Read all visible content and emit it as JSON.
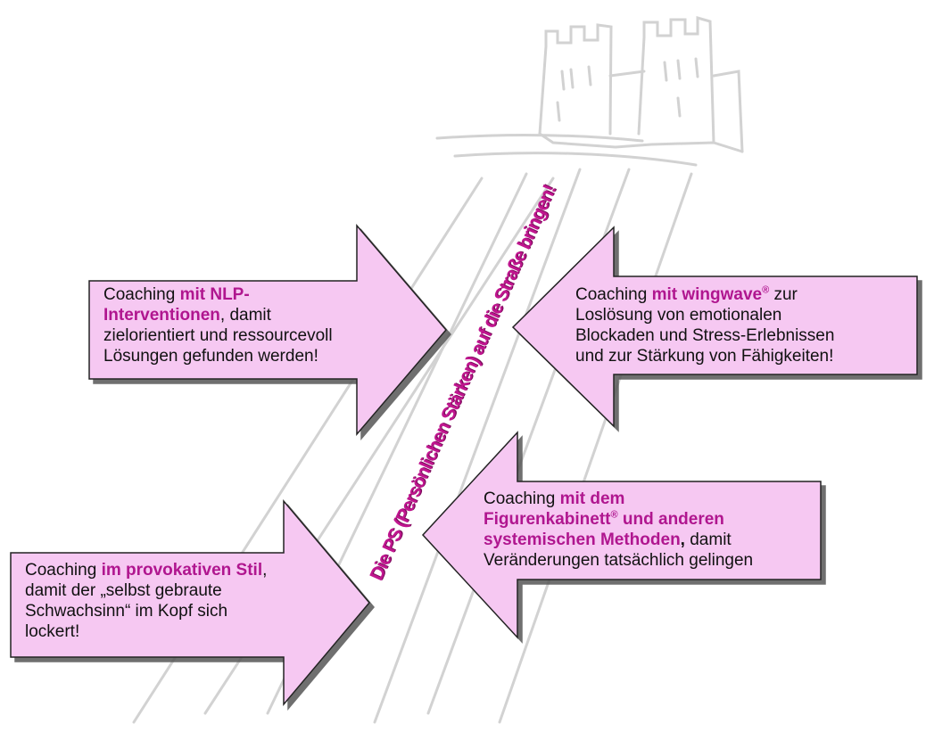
{
  "colors": {
    "arrow_fill": "#f6c8f2",
    "arrow_stroke": "#222222",
    "highlight": "#b0168f",
    "sketch": "#d4d4d4"
  },
  "background_image": "castle-and-road-sketch",
  "slogan": "Die PS (Persönlichen Stärken) auf die Straße bringen!",
  "arrows": [
    {
      "id": "nlp",
      "direction": "right",
      "parts": [
        "Coaching ",
        "mit NLP-",
        "Interventionen",
        ", damit",
        "zielorientiert und ressourcevoll",
        "Lösungen gefunden werden!"
      ]
    },
    {
      "id": "wingwave",
      "direction": "left",
      "parts": [
        "Coaching ",
        "mit wingwave",
        "®",
        " zur",
        "Loslösung von emotionalen",
        "Blockaden und Stress-Erlebnissen",
        "und zur Stärkung von Fähigkeiten!"
      ]
    },
    {
      "id": "figurenkabinett",
      "direction": "left",
      "parts": [
        "Coaching ",
        "mit dem",
        "Figurenkabinett",
        "®",
        " und anderen",
        "systemischen Methoden",
        ",",
        " damit",
        "Veränderungen tatsächlich gelingen"
      ]
    },
    {
      "id": "provokativ",
      "direction": "right",
      "parts": [
        "Coaching ",
        "im provokativen Stil",
        ",",
        "damit der „selbst gebraute",
        "Schwachsinn“ im Kopf sich",
        "lockert!"
      ]
    }
  ]
}
